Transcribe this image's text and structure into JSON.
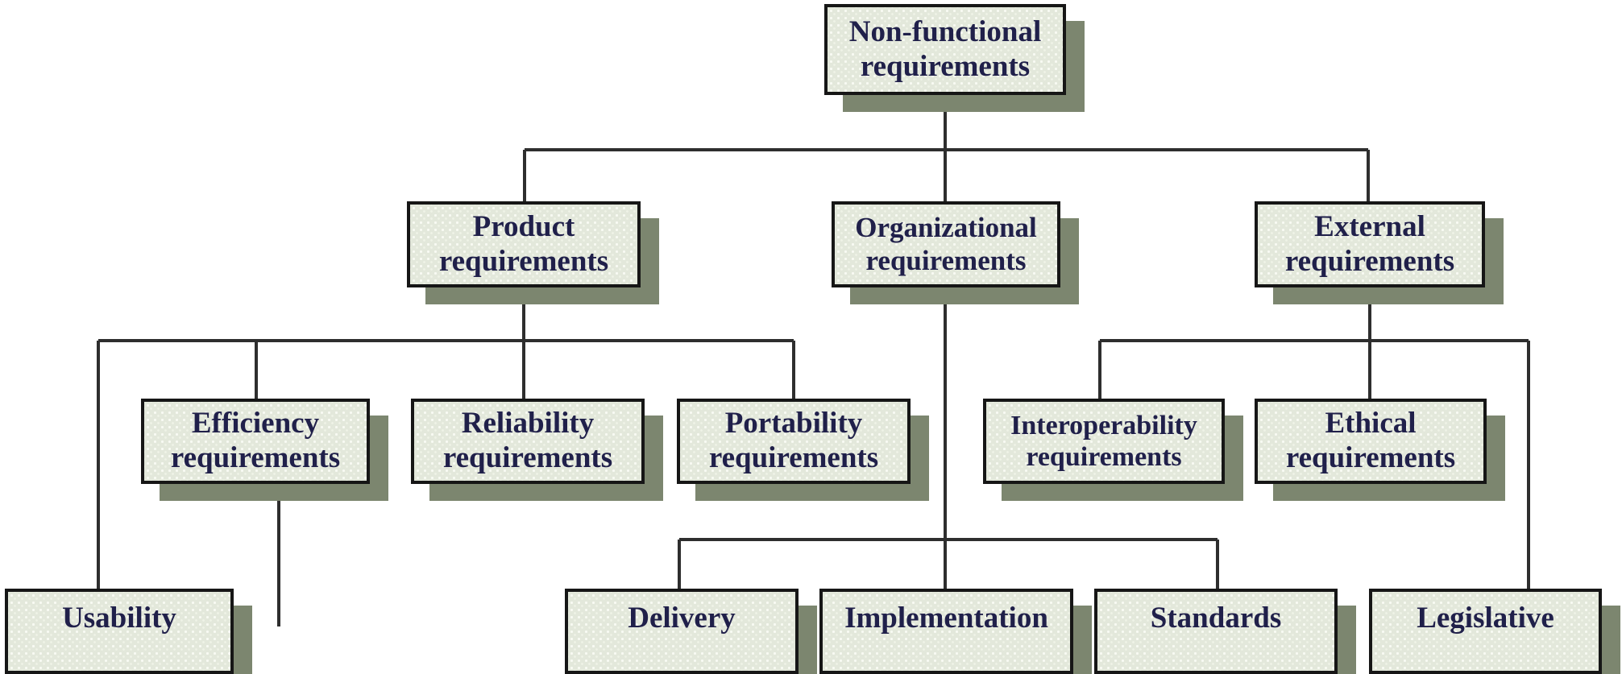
{
  "diagram": {
    "title": "Non-functional requirements classification tree",
    "type": "org-chart-tree",
    "colors": {
      "box_fill": "#e3e8db",
      "box_dot_pattern": "#f8faf3",
      "box_border": "#161616",
      "box_shadow": "#7c866f",
      "connector_line": "#2e2e2e",
      "text": "#20204a",
      "background": "#ffffff"
    },
    "nodes": {
      "root": {
        "label": "Non-functional requirements"
      },
      "product": {
        "label": "Product requirements"
      },
      "organizational": {
        "label": "Organizational requirements"
      },
      "external": {
        "label": "External requirements"
      },
      "efficiency": {
        "label": "Efficiency requirements"
      },
      "reliability": {
        "label": "Reliability requirements"
      },
      "portability": {
        "label": "Portability requirements"
      },
      "interoperability": {
        "label": "Interoperability requirements"
      },
      "ethical": {
        "label": "Ethical requirements"
      },
      "usability": {
        "label": "Usability"
      },
      "delivery": {
        "label": "Delivery"
      },
      "implementation": {
        "label": "Implementation"
      },
      "standards": {
        "label": "Standards"
      },
      "legislative": {
        "label": "Legislative"
      }
    },
    "hierarchy": {
      "Non-functional requirements": [
        "Product requirements",
        "Organizational requirements",
        "External requirements"
      ],
      "Product requirements": [
        "Usability",
        "Efficiency requirements",
        "Reliability requirements",
        "Portability requirements"
      ],
      "Organizational requirements": [
        "Delivery",
        "Implementation",
        "Standards"
      ],
      "External requirements": [
        "Interoperability requirements",
        "Ethical requirements",
        "Legislative"
      ],
      "Efficiency requirements": [
        "(children cut off at bottom edge)"
      ]
    }
  }
}
